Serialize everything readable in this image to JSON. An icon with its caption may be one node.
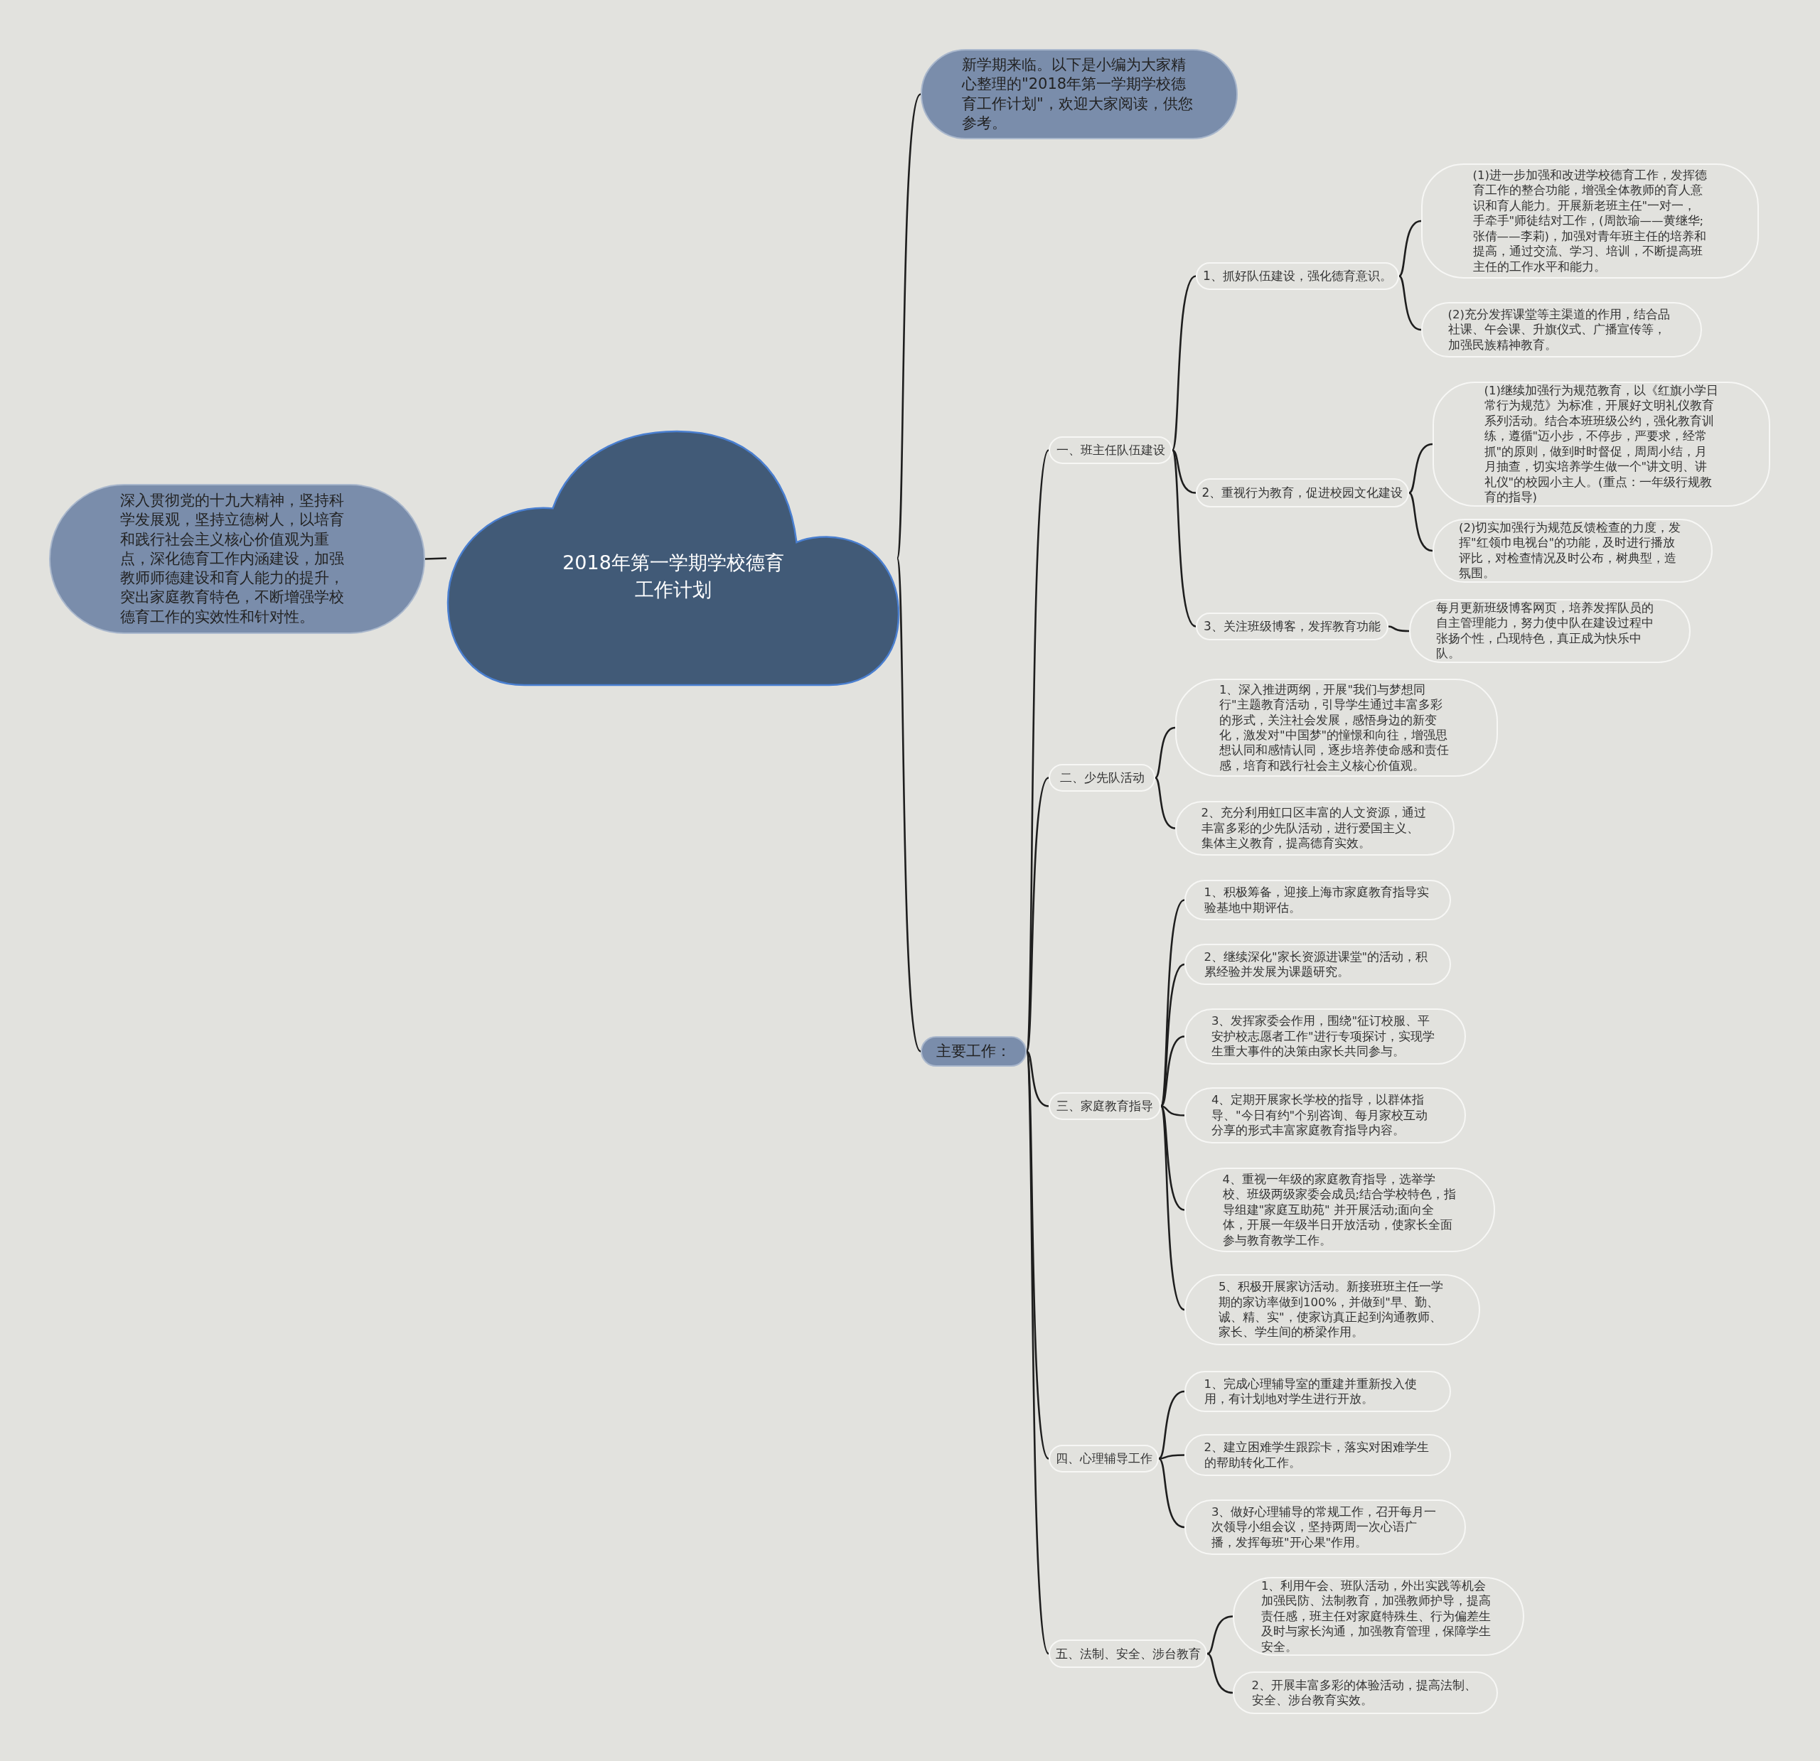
{
  "diagram": {
    "nodes": [
      {
        "text": [
          "2018年第一学期学校德育工作计划"
        ]
      },
      {
        "text": [
          "深入贯彻党的十九大精神，坚持科学发展观，坚持立德树人，以培育和践行社会主义核心价值观为重点，深化德育工作内涵建设，加强教师师德建设和育人能力的提升，突出家庭教育特色，不断增强学校德育工作的实效性和针对性。"
        ]
      },
      {
        "text": [
          "新学期来临。以下是小编为大家精心整理的\"2018年第一学期学校德育工作计划\"，欢迎大家阅读，供您参考。"
        ]
      },
      {
        "text": [
          "主要工作："
        ]
      },
      {
        "text": [
          "一、班主任队伍建设"
        ]
      },
      {
        "text": [
          "1、抓好队伍建设，强化德育意识。"
        ]
      },
      {
        "text": [
          "(1)进一步加强和改进学校德育工作，发挥德育工作的整合功能，增强全体教师的育人意识和育人能力。开展新老班主任\"一对一，手牵手\"师徒结对工作，(周歆瑜——黄继华;张倩——李莉)，加强对青年班主任的培养和提高，通过交流、学习、培训，不断提高班主任的工作水平和能力。"
        ]
      },
      {
        "text": [
          "(2)充分发挥课堂等主渠道的作用，结合品社课、午会课、升旗仪式、广播宣传等，加强民族精神教育。"
        ]
      },
      {
        "text": [
          "2、重视行为教育，促进校园文化建设"
        ]
      },
      {
        "text": [
          "(1)继续加强行为规范教育，以《红旗小学日常行为规范》为标准，开展好文明礼仪教育系列活动。结合本班班级公约，强化教育训练，遵循\"迈小步，不停步，严要求，经常抓\"的原则，做到时时督促，周周小结，月月抽查，切实培养学生做一个\"讲文明、讲礼仪\"的校园小主人。(重点：一年级行规教育的指导)"
        ]
      },
      {
        "text": [
          "(2)切实加强行为规范反馈检查的力度，发挥\"红领巾电视台\"的功能，及时进行播放评比，对检查情况及时公布，树典型，造氛围。"
        ]
      },
      {
        "text": [
          "3、关注班级博客，发挥教育功能"
        ]
      },
      {
        "text": [
          "每月更新班级博客网页，培养发挥队员的自主管理能力，努力使中队在建设过程中张扬个性，凸现特色，真正成为快乐中队。"
        ]
      },
      {
        "text": [
          "二、少先队活动"
        ]
      },
      {
        "text": [
          "1、深入推进两纲，开展\"我们与梦想同行\"主题教育活动，引导学生通过丰富多彩的形式，关注社会发展，感悟身边的新变化，激发对\"中国梦\"的憧憬和向往，增强思想认同和感情认同，逐步培养使命感和责任感，培育和践行社会主义核心价值观。"
        ]
      },
      {
        "text": [
          "2、充分利用虹口区丰富的人文资源，通过丰富多彩的少先队活动，进行爱国主义、集体主义教育，提高德育实效。"
        ]
      },
      {
        "text": [
          "三、家庭教育指导"
        ]
      },
      {
        "text": [
          "1、积极筹备，迎接上海市家庭教育指导实验基地中期评估。"
        ]
      },
      {
        "text": [
          "2、继续深化\"家长资源进课堂\"的活动，积累经验并发展为课题研究。"
        ]
      },
      {
        "text": [
          "3、发挥家委会作用，围绕\"征订校服、平安护校志愿者工作\"进行专项探讨，实现学生重大事件的决策由家长共同参与。"
        ]
      },
      {
        "text": [
          "4、定期开展家长学校的指导，以群体指导、\"今日有约\"个别咨询、每月家校互动分享的形式丰富家庭教育指导内容。"
        ]
      },
      {
        "text": [
          "4、重视一年级的家庭教育指导，选举学校、班级两级家委会成员;结合学校特色，指导组建\"家庭互助苑\" 并开展活动;面向全体，开展一年级半日开放活动，使家长全面参与教育教学工作。"
        ]
      },
      {
        "text": [
          "5、积极开展家访活动。新接班班主任一学期的家访率做到100%，并做到\"早、勤、诚、精、实\"，使家访真正起到沟通教师、家长、学生间的桥梁作用。"
        ]
      },
      {
        "text": [
          "四、心理辅导工作"
        ]
      },
      {
        "text": [
          "1、完成心理辅导室的重建并重新投入使用，有计划地对学生进行开放。"
        ]
      },
      {
        "text": [
          "2、建立困难学生跟踪卡，落实对困难学生的帮助转化工作。"
        ]
      },
      {
        "text": [
          "3、做好心理辅导的常规工作，召开每月一次领导小组会议，坚持两周一次心语广播，发挥每班\"开心果\"作用。"
        ]
      },
      {
        "text": [
          "五、法制、安全、涉台教育"
        ]
      },
      {
        "text": [
          "1、利用午会、班队活动，外出实践等机会加强民防、法制教育，加强教师护导，提高责任感，班主任对家庭特殊生、行为偏差生及时与家长沟通，加强教育管理，保障学生安全。"
        ]
      },
      {
        "text": [
          "2、开展丰富多彩的体验活动，提高法制、安全、涉台教育实效。"
        ]
      }
    ],
    "edges": [
      {
        "from": 0,
        "to": 1,
        "arrow": "none"
      },
      {
        "from": 0,
        "to": 2,
        "arrow": "none"
      },
      {
        "from": 0,
        "to": 3,
        "arrow": "none"
      },
      {
        "from": 3,
        "to": 4,
        "arrow": "none"
      },
      {
        "from": 4,
        "to": 5,
        "arrow": "none"
      },
      {
        "from": 5,
        "to": 6,
        "arrow": "none"
      },
      {
        "from": 5,
        "to": 7,
        "arrow": "none"
      },
      {
        "from": 4,
        "to": 8,
        "arrow": "none"
      },
      {
        "from": 8,
        "to": 9,
        "arrow": "none"
      },
      {
        "from": 8,
        "to": 10,
        "arrow": "none"
      },
      {
        "from": 4,
        "to": 11,
        "arrow": "none"
      },
      {
        "from": 11,
        "to": 12,
        "arrow": "none"
      },
      {
        "from": 3,
        "to": 13,
        "arrow": "none"
      },
      {
        "from": 13,
        "to": 14,
        "arrow": "none"
      },
      {
        "from": 13,
        "to": 15,
        "arrow": "none"
      },
      {
        "from": 3,
        "to": 16,
        "arrow": "none"
      },
      {
        "from": 16,
        "to": 17,
        "arrow": "none"
      },
      {
        "from": 16,
        "to": 18,
        "arrow": "none"
      },
      {
        "from": 16,
        "to": 19,
        "arrow": "none"
      },
      {
        "from": 16,
        "to": 20,
        "arrow": "none"
      },
      {
        "from": 16,
        "to": 21,
        "arrow": "none"
      },
      {
        "from": 16,
        "to": 22,
        "arrow": "none"
      },
      {
        "from": 3,
        "to": 23,
        "arrow": "none"
      },
      {
        "from": 23,
        "to": 24,
        "arrow": "none"
      },
      {
        "from": 23,
        "to": 25,
        "arrow": "none"
      },
      {
        "from": 23,
        "to": 26,
        "arrow": "none"
      },
      {
        "from": 3,
        "to": 27,
        "arrow": "none"
      },
      {
        "from": 27,
        "to": 28,
        "arrow": "none"
      },
      {
        "from": 27,
        "to": 29,
        "arrow": "none"
      }
    ]
  }
}
